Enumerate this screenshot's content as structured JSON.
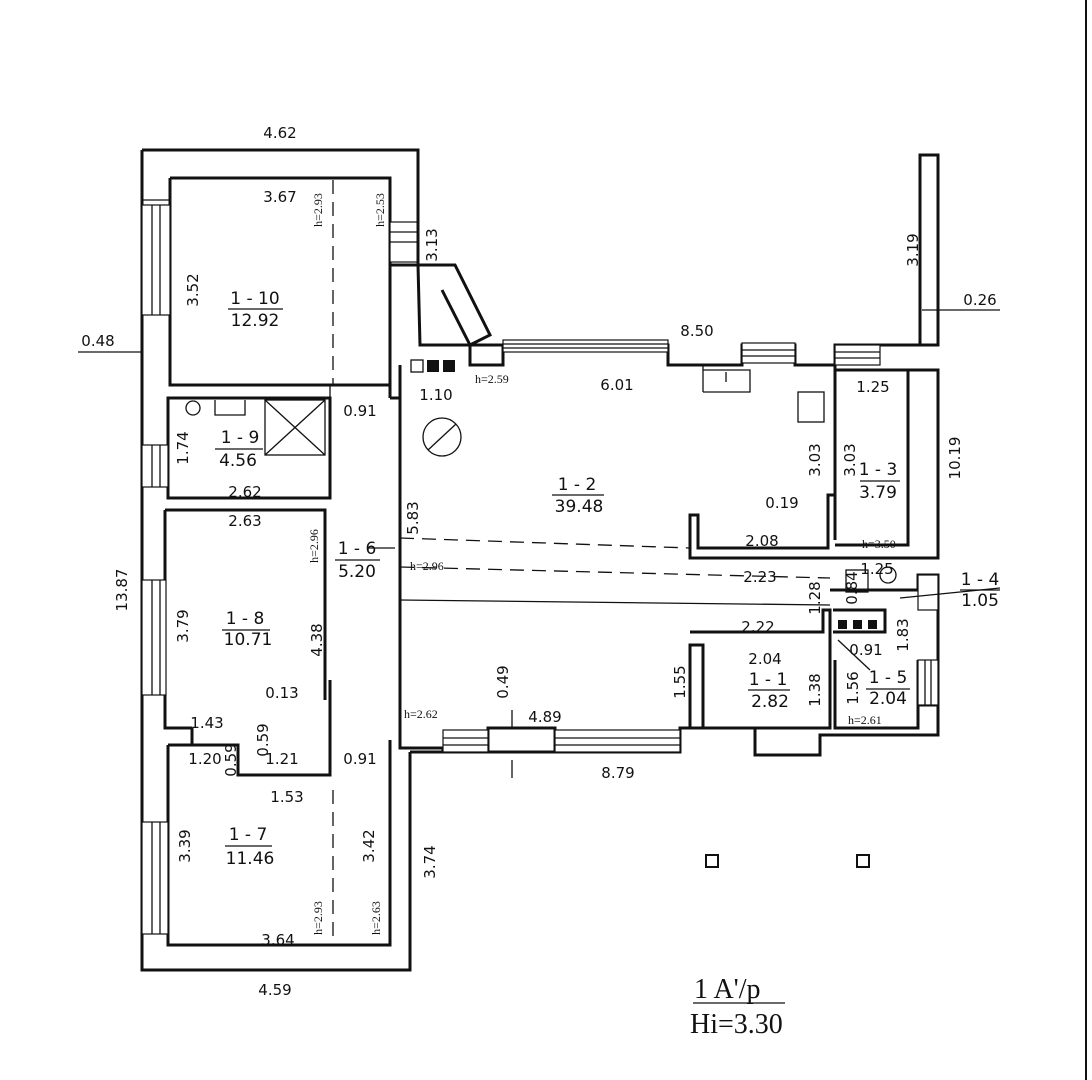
{
  "rooms": [
    {
      "id": "1 - 10",
      "area": "12.92"
    },
    {
      "id": "1 - 9",
      "area": "4.56"
    },
    {
      "id": "1 - 8",
      "area": "10.71"
    },
    {
      "id": "1 - 7",
      "area": "11.46"
    },
    {
      "id": "1 - 6",
      "area": "5.20"
    },
    {
      "id": "1 - 2",
      "area": "39.48"
    },
    {
      "id": "1 - 3",
      "area": "3.79"
    },
    {
      "id": "1 - 4",
      "area": "1.05"
    },
    {
      "id": "1 - 1",
      "area": "2.82"
    },
    {
      "id": "1 - 5",
      "area": "2.04"
    }
  ],
  "dimensions": [
    "4.62",
    "3.67",
    "3.52",
    "0.48",
    "0.91",
    "3.13",
    "8.50",
    "6.01",
    "1.10",
    "3.19",
    "0.26",
    "1.25",
    "10.19",
    "3.03",
    "3.03",
    "0.19",
    "2.08",
    "1.74",
    "2.62",
    "2.63",
    "13.87",
    "5.83",
    "3.79",
    "4.38",
    "0.13",
    "1.43",
    "0.59",
    "1.20",
    "0.59",
    "1.21",
    "0.91",
    "1.53",
    "3.39",
    "3.42",
    "3.74",
    "3.64",
    "4.59",
    "2.23",
    "1.25",
    "0.84",
    "1.28",
    "2.22",
    "2.04",
    "0.91",
    "1.83",
    "1.55",
    "1.38",
    "1.56",
    "0.49",
    "4.89",
    "8.79"
  ],
  "heights": [
    "h=2.93",
    "h=2.53",
    "h=2.59",
    "h=3.50",
    "h=2.96",
    "h=2.96",
    "h=2.62",
    "h=2.61",
    "h=2.93",
    "h=2.63"
  ],
  "legend": {
    "line1": "1  A'/p",
    "line2": "Hi=3.30"
  }
}
